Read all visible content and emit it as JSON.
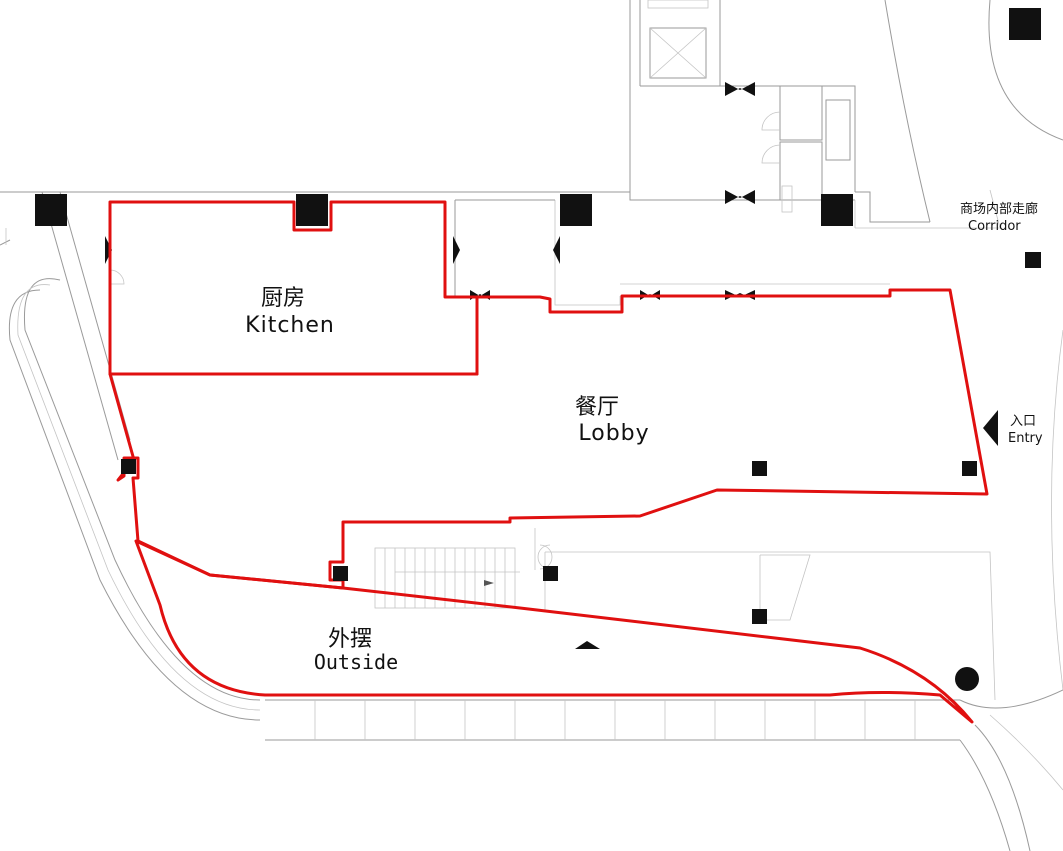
{
  "rooms": {
    "kitchen": {
      "zh": "厨房",
      "en": "Kitchen"
    },
    "lobby": {
      "zh": "餐厅",
      "en": "Lobby"
    },
    "outside": {
      "zh": "外摆",
      "en": "Outside"
    }
  },
  "labels": {
    "corridor_zh": "商场内部走廊",
    "corridor_en": "Corridor",
    "entry_zh": "入口",
    "entry_en": "Entry"
  },
  "colors": {
    "zone_outline": "#e01010",
    "column": "#111111",
    "wall": "#9a9a9a"
  },
  "icons": [
    "entry-arrow-icon",
    "north-arrow-icon"
  ]
}
